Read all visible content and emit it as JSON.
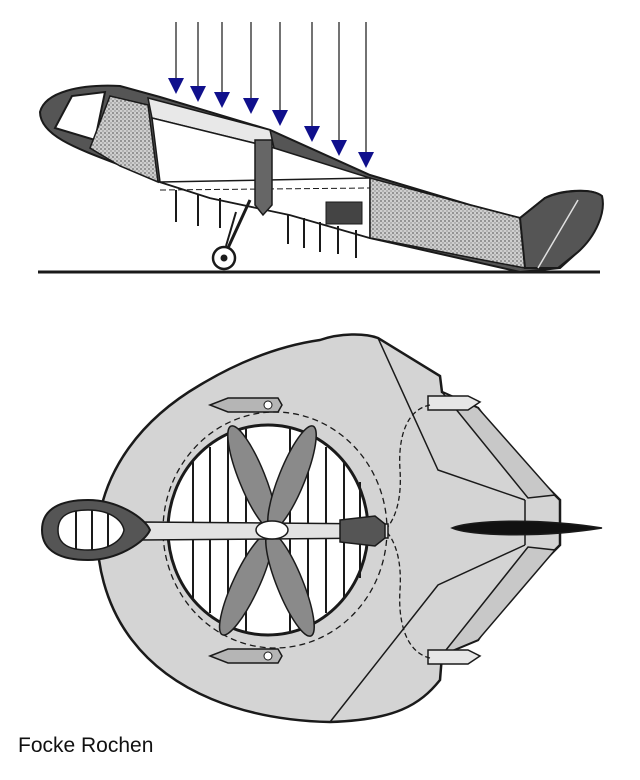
{
  "caption": "Focke Rochen",
  "colors": {
    "arrow": "#10108c",
    "body_dark": "#555555",
    "body_light": "#d4d4d4",
    "outline": "#1a1a1a",
    "ground": "#1a1a1a"
  },
  "side_view": {
    "airflow_arrows": 8
  },
  "top_view": {
    "propeller_blades": 4,
    "duct_vanes": 9
  }
}
